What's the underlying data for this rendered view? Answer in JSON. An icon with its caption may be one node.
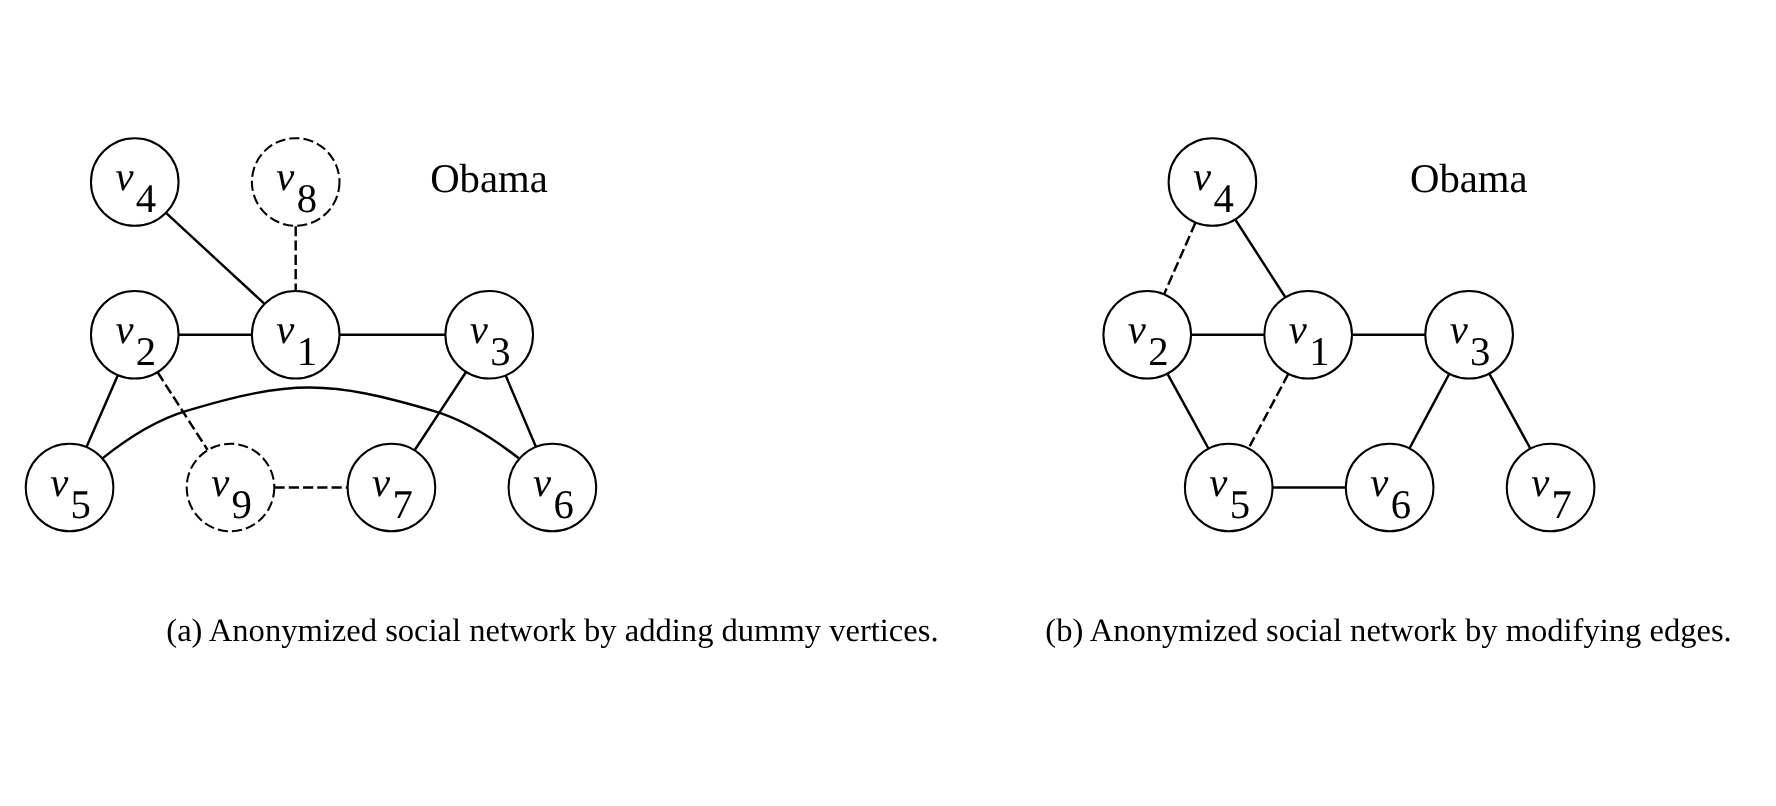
{
  "diagram": {
    "nodes": [
      {
        "text": [
          "v$_{4}$"
        ]
      },
      {
        "text": [
          "v$_{8}$"
        ]
      },
      {
        "text": [
          "v$_{2}$"
        ]
      },
      {
        "text": [
          "v$_{1}$"
        ]
      },
      {
        "text": [
          "v$_{3}$"
        ],
        "beside": [
          "Obama"
        ]
      },
      {
        "text": [
          "v$_{9}$"
        ]
      },
      {
        "text": [
          "v$_{5}$"
        ]
      },
      {
        "text": [
          "v$_{6}$"
        ]
      },
      {
        "text": [
          "v$_{7}$"
        ]
      },
      {
        "text": [
          "v$_{4}$"
        ]
      },
      {
        "text": [
          "v$_{2}$"
        ]
      },
      {
        "text": [
          "v$_{1}$"
        ]
      },
      {
        "text": [
          "v$_{3}$"
        ],
        "beside": [
          "Obama"
        ]
      },
      {
        "text": [
          "v$_{5}$"
        ]
      },
      {
        "text": [
          "v$_{6}$"
        ]
      },
      {
        "text": [
          "v$_{7}$"
        ]
      }
    ],
    "edges": [
      {
        "from": 0,
        "to": 3,
        "arrow": "none"
      },
      {
        "from": 1,
        "to": 3,
        "arrow": "none",
        "style": "dashed"
      },
      {
        "from": 2,
        "to": 3,
        "arrow": "none"
      },
      {
        "from": 3,
        "to": 4,
        "arrow": "none"
      },
      {
        "from": 2,
        "to": 6,
        "arrow": "none"
      },
      {
        "from": 6,
        "to": 7,
        "arrow": "none"
      },
      {
        "from": 7,
        "to": 4,
        "arrow": "none"
      },
      {
        "from": 4,
        "to": 8,
        "arrow": "none"
      },
      {
        "from": 2,
        "to": 5,
        "arrow": "none",
        "style": "dashed"
      },
      {
        "from": 5,
        "to": 8,
        "arrow": "none",
        "style": "dashed"
      },
      {
        "from": 9,
        "to": 11,
        "arrow": "none"
      },
      {
        "from": 9,
        "to": 10,
        "arrow": "none",
        "style": "dashed"
      },
      {
        "from": 10,
        "to": 11,
        "arrow": "none"
      },
      {
        "from": 11,
        "to": 12,
        "arrow": "none"
      },
      {
        "from": 10,
        "to": 13,
        "arrow": "none"
      },
      {
        "from": 11,
        "to": 13,
        "arrow": "none",
        "style": "dashed"
      },
      {
        "from": 13,
        "to": 14,
        "arrow": "none"
      },
      {
        "from": 14,
        "to": 12,
        "arrow": "none"
      },
      {
        "from": 12,
        "to": 15,
        "arrow": "none"
      }
    ],
    "labels": [
      "(a) Anonymized social network by adding dummy vertices.",
      "(b) Anonymized social network by modifying edges."
    ]
  }
}
